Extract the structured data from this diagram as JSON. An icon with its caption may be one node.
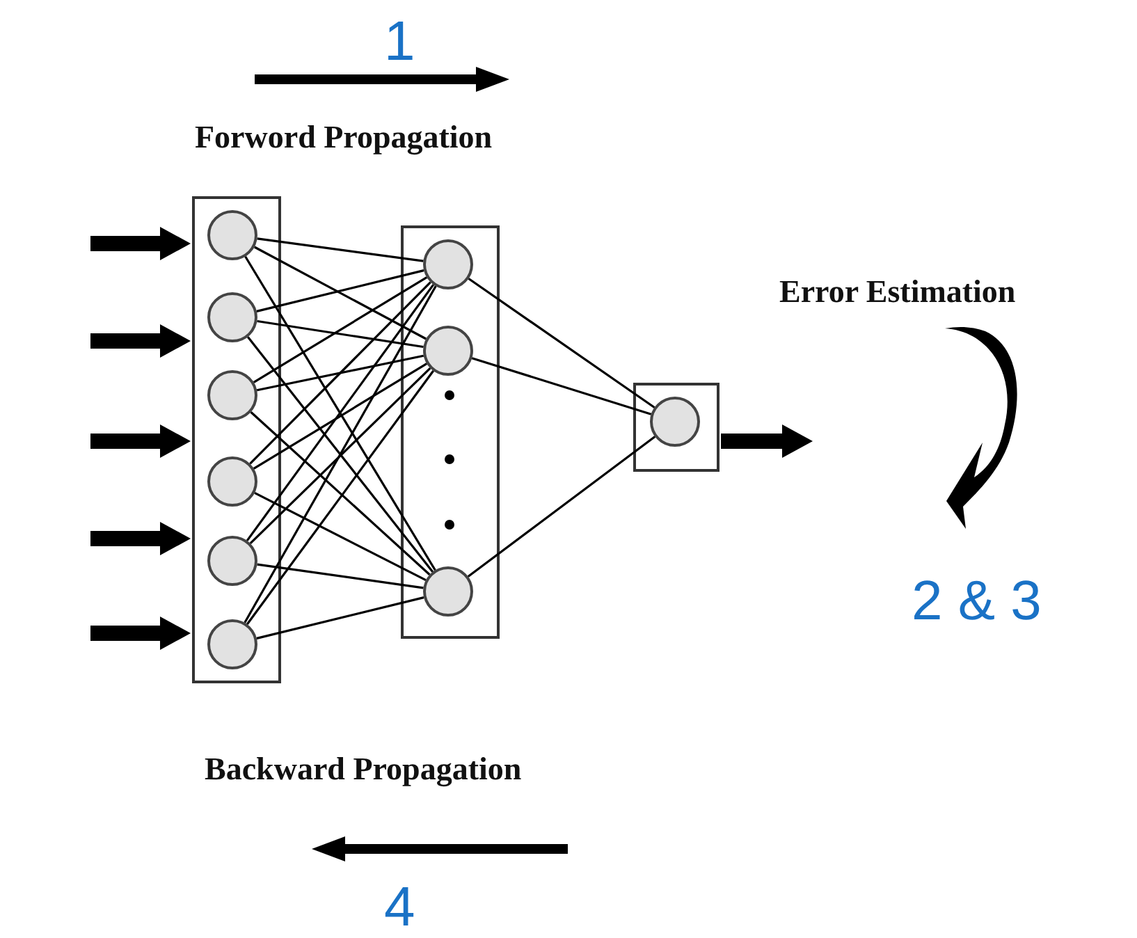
{
  "diagram": {
    "nodes": [
      {
        "text": [],
        "shape": "box"
      },
      {
        "text": [],
        "shape": "circle",
        "in": 0
      },
      {
        "text": [],
        "shape": "circle",
        "in": 0
      },
      {
        "text": [],
        "shape": "circle",
        "in": 0
      },
      {
        "text": [],
        "shape": "circle",
        "in": 0
      },
      {
        "text": [],
        "shape": "circle",
        "in": 0
      },
      {
        "text": [],
        "shape": "circle",
        "in": 0
      },
      {
        "text": [],
        "shape": "box"
      },
      {
        "text": [],
        "shape": "circle",
        "in": 7
      },
      {
        "text": [],
        "shape": "circle",
        "in": 7
      },
      {
        "text": [],
        "shape": "circle",
        "in": 7
      },
      {
        "text": [],
        "shape": "box"
      },
      {
        "text": [],
        "shape": "circle",
        "in": 11
      }
    ],
    "edges": [
      {
        "from": null,
        "to": 0,
        "arrow": "to",
        "style": "thick"
      },
      {
        "from": null,
        "to": 0,
        "arrow": "to",
        "style": "thick"
      },
      {
        "from": null,
        "to": 0,
        "arrow": "to",
        "style": "thick"
      },
      {
        "from": null,
        "to": 0,
        "arrow": "to",
        "style": "thick"
      },
      {
        "from": null,
        "to": 0,
        "arrow": "to",
        "style": "thick"
      },
      {
        "from": 1,
        "to": 8,
        "arrow": "none"
      },
      {
        "from": 1,
        "to": 9,
        "arrow": "none"
      },
      {
        "from": 1,
        "to": 10,
        "arrow": "none"
      },
      {
        "from": 2,
        "to": 8,
        "arrow": "none"
      },
      {
        "from": 2,
        "to": 9,
        "arrow": "none"
      },
      {
        "from": 2,
        "to": 10,
        "arrow": "none"
      },
      {
        "from": 3,
        "to": 8,
        "arrow": "none"
      },
      {
        "from": 3,
        "to": 9,
        "arrow": "none"
      },
      {
        "from": 3,
        "to": 10,
        "arrow": "none"
      },
      {
        "from": 4,
        "to": 8,
        "arrow": "none"
      },
      {
        "from": 4,
        "to": 9,
        "arrow": "none"
      },
      {
        "from": 4,
        "to": 10,
        "arrow": "none"
      },
      {
        "from": 5,
        "to": 8,
        "arrow": "none"
      },
      {
        "from": 5,
        "to": 9,
        "arrow": "none"
      },
      {
        "from": 5,
        "to": 10,
        "arrow": "none"
      },
      {
        "from": 6,
        "to": 8,
        "arrow": "none"
      },
      {
        "from": 6,
        "to": 9,
        "arrow": "none"
      },
      {
        "from": 6,
        "to": 10,
        "arrow": "none"
      },
      {
        "from": 8,
        "to": 12,
        "arrow": "none"
      },
      {
        "from": 9,
        "to": 12,
        "arrow": "none"
      },
      {
        "from": 10,
        "to": 12,
        "arrow": "none"
      },
      {
        "from": 11,
        "to": null,
        "arrow": "to",
        "style": "thick"
      }
    ],
    "labels": [
      "1",
      "Forword Propagation",
      "Error Estimation",
      "2 & 3",
      "Backward Propagation",
      "4"
    ]
  }
}
